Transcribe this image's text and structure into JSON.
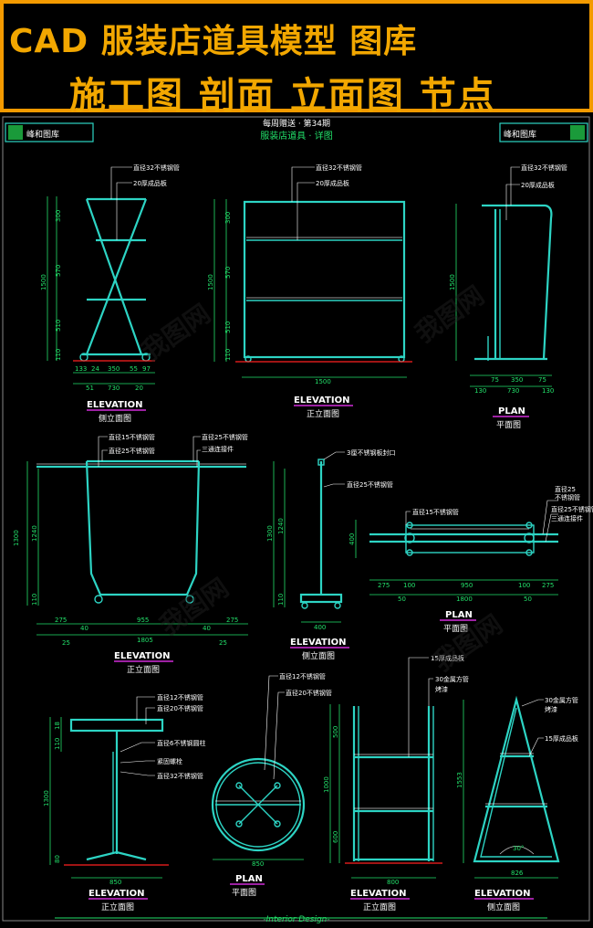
{
  "banner": {
    "line1": "CAD  服装店道具模型 图库",
    "line2": "施工图 剖面 立面图 节点"
  },
  "sheet": {
    "brand_left": "峰和图库",
    "brand_right": "峰和图库",
    "title_top": "每周赠送 · 第34期",
    "subtitle": "服装店道具 · 详图",
    "footer": "-Interior Design-",
    "watermark": "我图网"
  },
  "labels": {
    "elevation": "ELEVATION",
    "plan": "PLAN",
    "side_view": "侧立面图",
    "front_view": "正立面图",
    "plan_view": "平面图"
  },
  "callouts": {
    "a1": "直径32不锈钢管",
    "a2": "20厚成品板",
    "b1": "直径32不锈钢管",
    "b2": "20厚成品板",
    "c1": "直径32不锈钢管",
    "c2": "20厚成品板",
    "d1": "直径15不锈钢管",
    "d2": "直径25不锈钢管",
    "d3": "直径25不锈钢管",
    "d4": "三通连接件",
    "e1": "3厘不锈钢板封口",
    "e2": "直径25不锈钢管",
    "f1": "直径15不锈钢管",
    "f2": "直径25",
    "f3": "不锈钢管",
    "f4": "直径25不锈钢管",
    "f5": "三通连接件",
    "g1": "直径12不锈钢管",
    "g2": "直径20不锈钢管",
    "g3": "直径6不锈钢圆柱",
    "g4": "紧固螺栓",
    "g5": "直径32不锈钢管",
    "h1": "直径12不锈钢管",
    "h2": "直径20不锈钢管",
    "i1": "15厚成品板",
    "i2": "30金属方管",
    "i3": "烤漆",
    "j1": "30金属方管",
    "j2": "烤漆",
    "j3": "15厚成品板"
  },
  "dims": {
    "a_h1": "300",
    "a_h2": "570",
    "a_h3": "510",
    "a_h4": "110",
    "a_total": "1500",
    "a_w1": "133",
    "a_w2": "24",
    "a_w3": "350",
    "a_w4": "55",
    "a_w5": "97",
    "a_w6": "51",
    "a_w7": "730",
    "a_w8": "20",
    "b_h1": "300",
    "b_h2": "570",
    "b_h3": "510",
    "b_h4": "110",
    "b_total": "1500",
    "b_w": "1500",
    "c_total": "1500",
    "c_w1": "75",
    "c_w2": "350",
    "c_w3": "75",
    "c_w4": "130",
    "c_w5": "730",
    "c_w6": "130",
    "d_h1": "1300",
    "d_h2": "1240",
    "d_h3": "110",
    "d_w1": "275",
    "d_w2": "40",
    "d_w3": "955",
    "d_w4": "40",
    "d_w5": "275",
    "d_w6": "25",
    "d_w7": "1805",
    "d_w8": "25",
    "e_h1": "1300",
    "e_h2": "1240",
    "e_h3": "110",
    "e_w": "400",
    "f_h": "400",
    "f_w1": "275",
    "f_w2": "100",
    "f_w3": "950",
    "f_w4": "100",
    "f_w5": "275",
    "f_w6": "50",
    "f_w7": "1800",
    "f_w8": "50",
    "g_h1": "1300",
    "g_h2": "110",
    "g_h3": "18",
    "g_h4": "80",
    "g_w": "850",
    "h_w": "850",
    "i_h1": "500",
    "i_h2": "1000",
    "i_h3": "600",
    "i_w": "800",
    "j_h": "1553",
    "j_ang": "30°",
    "j_w": "826"
  },
  "colors": {
    "banner_border": "#f39a00",
    "banner_text": "#f2a700",
    "frame": "#2dd4c4",
    "dim": "#22e06a",
    "callout": "#ffffff",
    "title_magenta": "#d02cd8",
    "floor": "#ff2020",
    "label": "#ffffff"
  }
}
